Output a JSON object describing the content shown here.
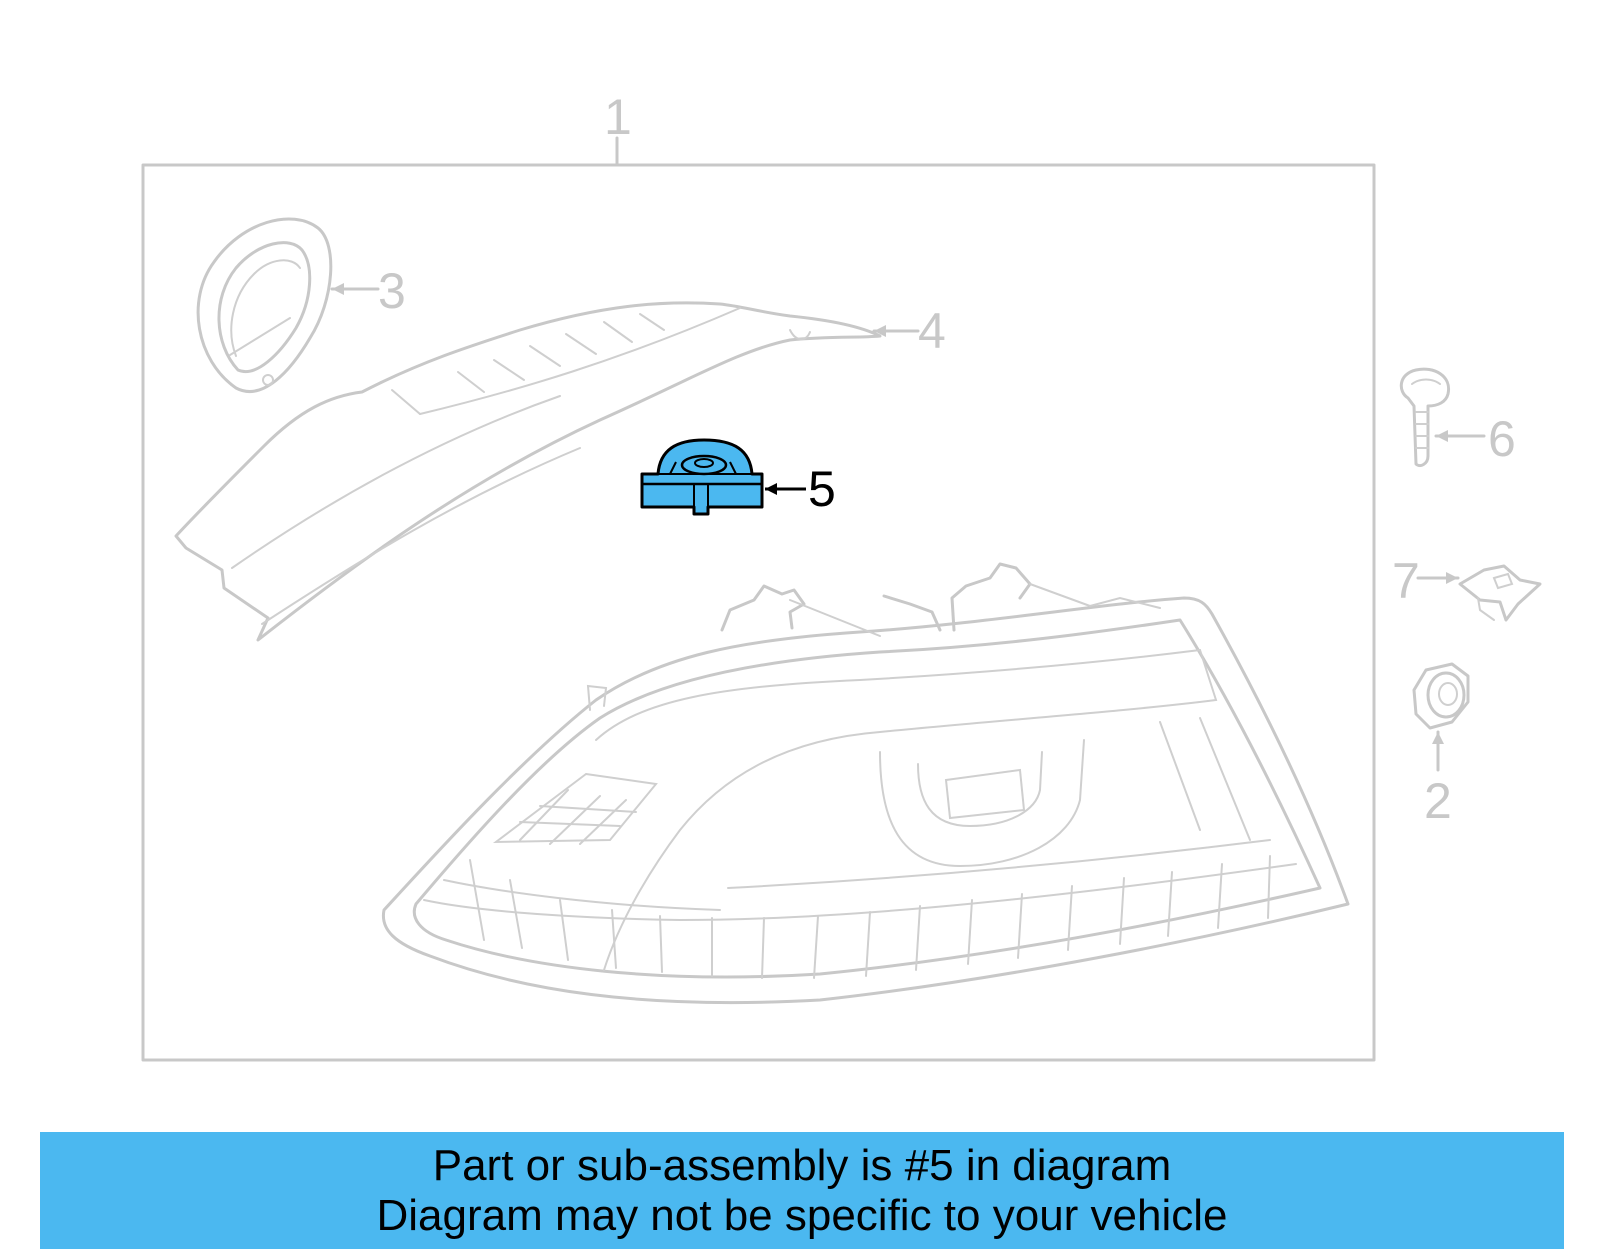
{
  "callouts": {
    "part_1": "1",
    "part_2": "2",
    "part_3": "3",
    "part_4": "4",
    "part_5": "5",
    "part_6": "6",
    "part_7": "7"
  },
  "highlighted_part": "5",
  "colors": {
    "highlight_fill": "#4bb8f0",
    "line_gray": "#c8c8c8",
    "banner_bg": "#4bb8f0",
    "text": "#000000"
  },
  "banner": {
    "line1": "Part or sub-assembly is #5 in diagram",
    "line2": "Diagram may not be specific to your vehicle"
  }
}
